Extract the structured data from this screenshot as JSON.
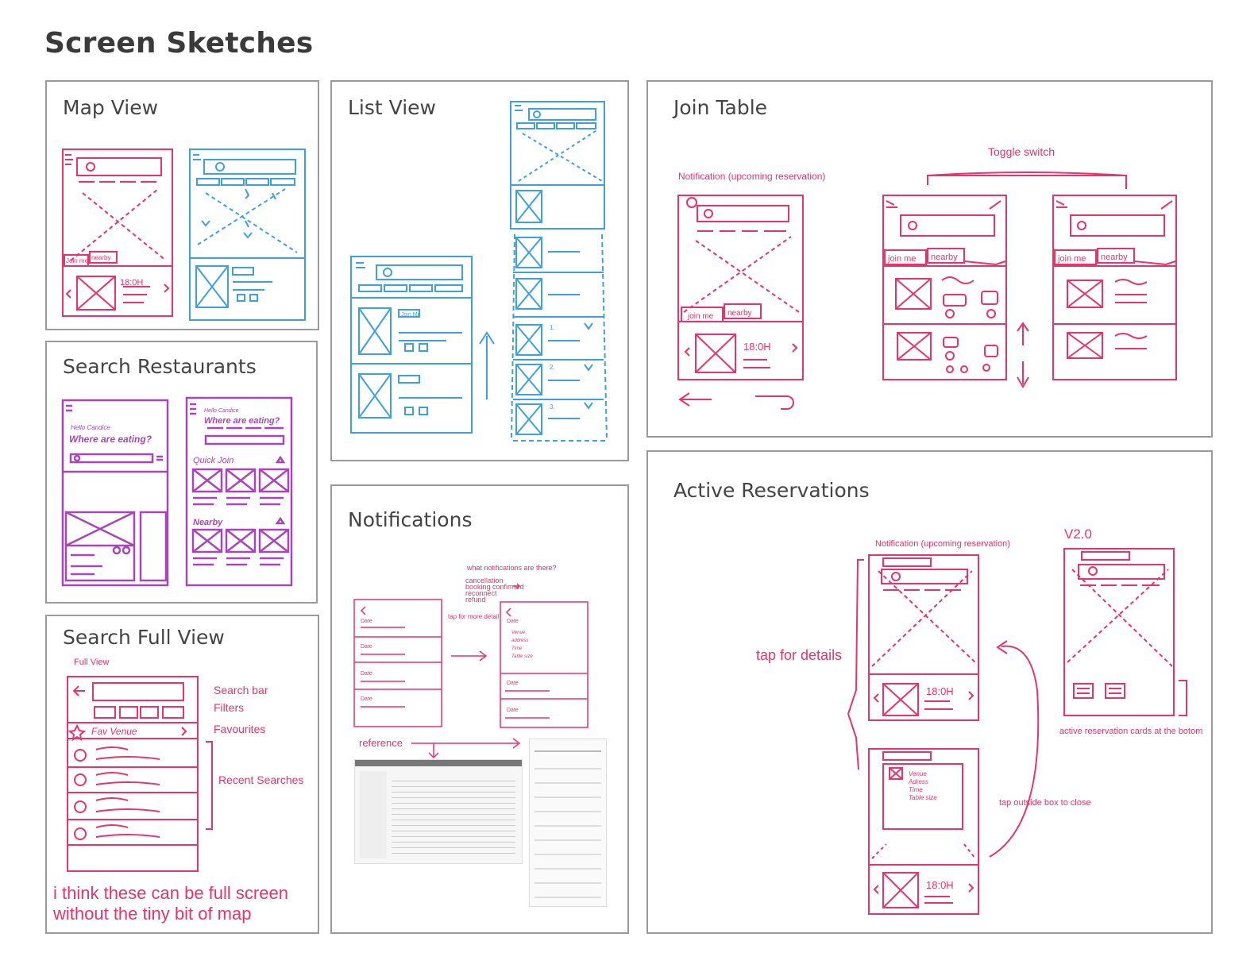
{
  "page": {
    "title": "Screen Sketches"
  },
  "panels": {
    "map_view": {
      "title": "Map View",
      "tab_join": "Join me",
      "tab_nearby": "nearby",
      "card_time": "18:0H"
    },
    "list_view": {
      "title": "List View",
      "join_label": "Join Me",
      "item_numbers": [
        "1.",
        "2.",
        "3."
      ]
    },
    "join_table": {
      "title": "Join Table",
      "note_notification": "Notification (upcoming reservation)",
      "note_toggle": "Toggle switch",
      "tab_join": "join me",
      "tab_nearby": "nearby",
      "card_time": "18:0H"
    },
    "search_restaurants": {
      "title": "Search Restaurants",
      "greeting": "Hello Candice",
      "question": "Where are eating?",
      "quick_join": "Quick Join",
      "nearby": "Nearby"
    },
    "search_full_view": {
      "title": "Search Full View",
      "label_full_view": "Full View",
      "label_search_bar": "Search bar",
      "label_filters": "Filters",
      "label_favourites": "Favourites",
      "label_recent": "Recent Searches",
      "fav_venue": "Fav Venue",
      "comment": "i think these can be full screen without the tiny bit of map"
    },
    "notifications": {
      "title": "Notifications",
      "note_question": "what notifications are there?",
      "note_types": [
        "cancellation",
        "booking confirmed",
        "reconnect",
        "refund"
      ],
      "note_tap": "tap for more detail",
      "note_reference": "reference",
      "date_label": "Date",
      "detail_lines": [
        "Venue",
        "address",
        "Time",
        "Table size"
      ]
    },
    "active_reservations": {
      "title": "Active Reservations",
      "note_notification": "Notification (upcoming reservation)",
      "note_v2": "V2.0",
      "note_tap_details": "tap for details",
      "note_tap_outside": "tap outside box to close",
      "note_cards_bottom": "active reservation cards at the botom",
      "popup_lines": [
        "Venue",
        "Adress",
        "Time",
        "Table size"
      ],
      "card_time": "18:0H"
    }
  }
}
